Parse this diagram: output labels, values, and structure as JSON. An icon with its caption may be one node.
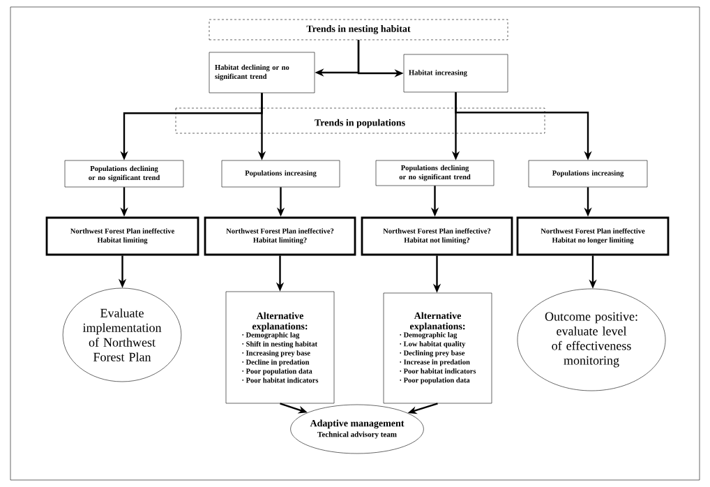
{
  "diagram": {
    "nodes": [
      {
        "text": [
          "Trends in nesting habitat"
        ]
      },
      {
        "text": [
          "Habitat declining or no significant trend"
        ]
      },
      {
        "text": [
          "Habitat increasing"
        ]
      },
      {
        "text": [
          "Populations declining or no significant trend"
        ]
      },
      {
        "text": [
          "Populations increasing"
        ]
      },
      {
        "text": [
          "Populations declining or no significant trend"
        ]
      },
      {
        "text": [
          "Populations increasing"
        ]
      },
      {
        "text": [
          "Northwest Forest Plan ineffective",
          "Habitat limiting"
        ]
      },
      {
        "text": [
          "Northwest Forest Plan ineffective?",
          "Habitat limiting?"
        ]
      },
      {
        "text": [
          "Northwest Forest Plan ineffective?",
          "Habitat not limiting?"
        ]
      },
      {
        "text": [
          "Northwest Forest Plan ineffective",
          "Habitat no longer limiting"
        ]
      },
      {
        "text": [
          "Evaluate implementation of Northwest Forest Plan"
        ]
      },
      {
        "text": [
          "Alternative explanations:",
          "· Demographic lag",
          "· Shift in nesting habitat",
          "· Increasing prey base",
          "· Decline in predation",
          "· Poor population data",
          "· Poor habitat indicators"
        ]
      },
      {
        "text": [
          "Alternative explanations:",
          "· Demographic lag",
          "· Low habitat quality",
          "· Declining prey base",
          "· Increase in predation",
          "· Poor habitat indicators",
          "· Poor population data"
        ]
      },
      {
        "text": [
          "Outcome positive: evaluate level of effectiveness monitoring"
        ]
      },
      {
        "text": [
          "Adaptive management",
          "Technical advisory team"
        ]
      }
    ],
    "edges": [
      {
        "from": 0,
        "to": 1,
        "arrow": "to"
      },
      {
        "from": 0,
        "to": 2,
        "arrow": "to"
      },
      {
        "from": 1,
        "to": 3,
        "arrow": "to"
      },
      {
        "from": 1,
        "to": 4,
        "arrow": "to"
      },
      {
        "from": 2,
        "to": 5,
        "arrow": "to"
      },
      {
        "from": 2,
        "to": 6,
        "arrow": "to"
      },
      {
        "from": 3,
        "to": 7,
        "arrow": "to"
      },
      {
        "from": 4,
        "to": 8,
        "arrow": "to"
      },
      {
        "from": 5,
        "to": 9,
        "arrow": "to"
      },
      {
        "from": 6,
        "to": 10,
        "arrow": "to"
      },
      {
        "from": 7,
        "to": 11,
        "arrow": "to"
      },
      {
        "from": 8,
        "to": 12,
        "arrow": "to"
      },
      {
        "from": 9,
        "to": 13,
        "arrow": "to"
      },
      {
        "from": 10,
        "to": 14,
        "arrow": "to"
      },
      {
        "from": 12,
        "to": 15,
        "arrow": "to"
      },
      {
        "from": 13,
        "to": 15,
        "arrow": "to"
      }
    ],
    "labels": [
      "Trends in populations"
    ]
  }
}
